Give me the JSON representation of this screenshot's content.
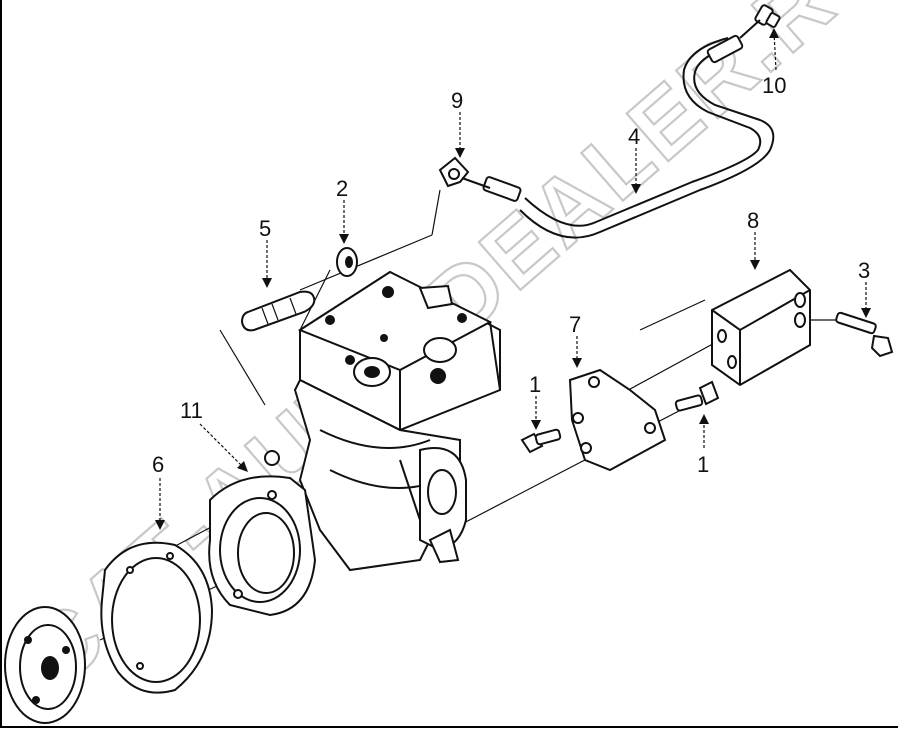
{
  "watermark": "CAT-AUTO-DEALER.RU",
  "callouts": [
    {
      "id": "c1a",
      "label": "1"
    },
    {
      "id": "c1b",
      "label": "1"
    },
    {
      "id": "c2",
      "label": "2"
    },
    {
      "id": "c3",
      "label": "3"
    },
    {
      "id": "c4",
      "label": "4"
    },
    {
      "id": "c5",
      "label": "5"
    },
    {
      "id": "c6",
      "label": "6"
    },
    {
      "id": "c7",
      "label": "7"
    },
    {
      "id": "c8",
      "label": "8"
    },
    {
      "id": "c9",
      "label": "9"
    },
    {
      "id": "c10",
      "label": "10"
    },
    {
      "id": "c11",
      "label": "11"
    }
  ]
}
